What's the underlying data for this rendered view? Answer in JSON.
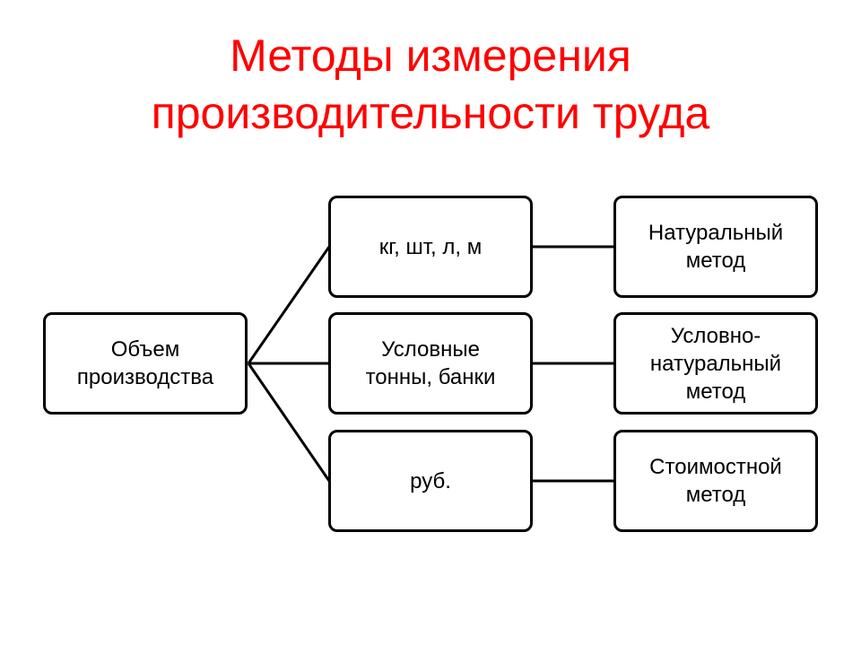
{
  "title": {
    "line1": "Методы измерения",
    "line2": "производительности труда"
  },
  "colors": {
    "title": "#ff0000",
    "border": "#000000"
  },
  "diagram": {
    "root": "Объем\nпроизводства",
    "units": [
      "кг, шт, л, м",
      "Условные\nтонны, банки",
      "руб."
    ],
    "methods": [
      "Натуральный\nметод",
      "Условно-\nнатуральный\nметод",
      "Стоимостной\nметод"
    ]
  }
}
